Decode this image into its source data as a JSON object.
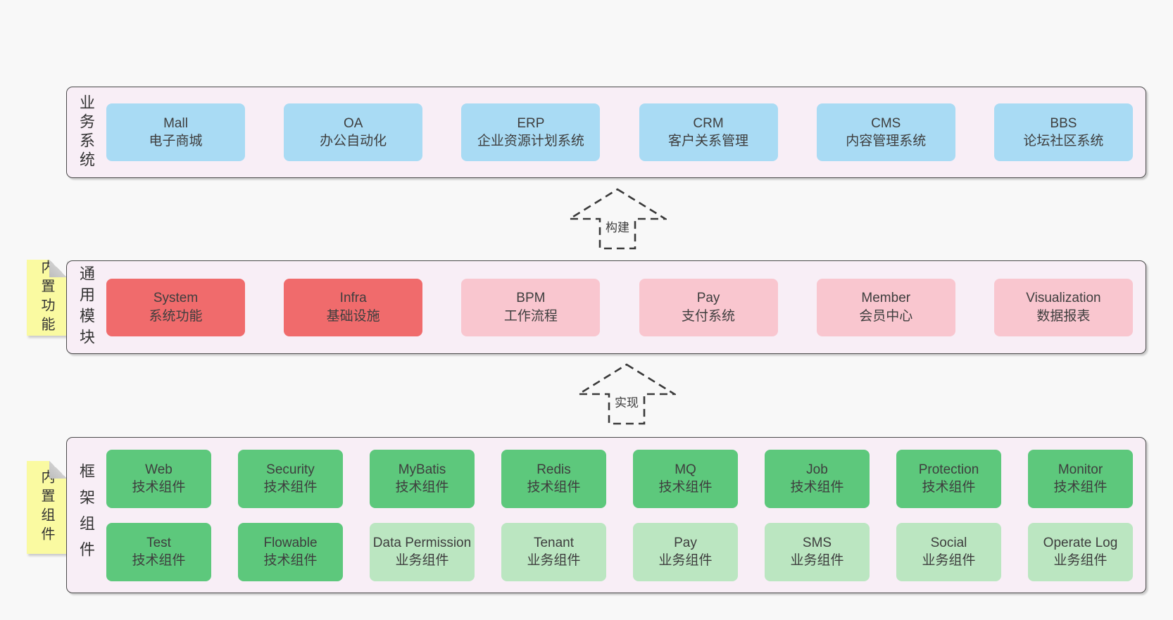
{
  "colors": {
    "page_bg": "#f8f8f8",
    "layer_bg": "#f8eef6",
    "layer_border": "#4a4a4a",
    "business_box": "#a9dbf4",
    "core_module_box": "#f06b6c",
    "optional_module_box": "#f9c6cf",
    "tech_component_box": "#5dc87c",
    "biz_component_box": "#bbe6c1",
    "sticky_note": "#fafaa1"
  },
  "arrows": [
    {
      "label": "构建"
    },
    {
      "label": "实现"
    }
  ],
  "layers": {
    "business": {
      "label": "业务系统",
      "boxes": [
        {
          "title": "Mall",
          "subtitle": "电子商城"
        },
        {
          "title": "OA",
          "subtitle": "办公自动化"
        },
        {
          "title": "ERP",
          "subtitle": "企业资源计划系统"
        },
        {
          "title": "CRM",
          "subtitle": "客户关系管理"
        },
        {
          "title": "CMS",
          "subtitle": "内容管理系统"
        },
        {
          "title": "BBS",
          "subtitle": "论坛社区系统"
        }
      ]
    },
    "modules": {
      "label": "通用模块",
      "note": "内置功能",
      "boxes": [
        {
          "title": "System",
          "subtitle": "系统功能"
        },
        {
          "title": "Infra",
          "subtitle": "基础设施"
        },
        {
          "title": "BPM",
          "subtitle": "工作流程"
        },
        {
          "title": "Pay",
          "subtitle": "支付系统"
        },
        {
          "title": "Member",
          "subtitle": "会员中心"
        },
        {
          "title": "Visualization",
          "subtitle": "数据报表"
        }
      ]
    },
    "components": {
      "label": "框架组件",
      "note": "内置组件",
      "rows": [
        [
          {
            "title": "Web",
            "subtitle": "技术组件"
          },
          {
            "title": "Security",
            "subtitle": "技术组件"
          },
          {
            "title": "MyBatis",
            "subtitle": "技术组件"
          },
          {
            "title": "Redis",
            "subtitle": "技术组件"
          },
          {
            "title": "MQ",
            "subtitle": "技术组件"
          },
          {
            "title": "Job",
            "subtitle": "技术组件"
          },
          {
            "title": "Protection",
            "subtitle": "技术组件"
          },
          {
            "title": "Monitor",
            "subtitle": "技术组件"
          }
        ],
        [
          {
            "title": "Test",
            "subtitle": "技术组件"
          },
          {
            "title": "Flowable",
            "subtitle": "技术组件"
          },
          {
            "title": "Data Permission",
            "subtitle": "业务组件"
          },
          {
            "title": "Tenant",
            "subtitle": "业务组件"
          },
          {
            "title": "Pay",
            "subtitle": "业务组件"
          },
          {
            "title": "SMS",
            "subtitle": "业务组件"
          },
          {
            "title": "Social",
            "subtitle": "业务组件"
          },
          {
            "title": "Operate Log",
            "subtitle": "业务组件"
          }
        ]
      ]
    }
  }
}
